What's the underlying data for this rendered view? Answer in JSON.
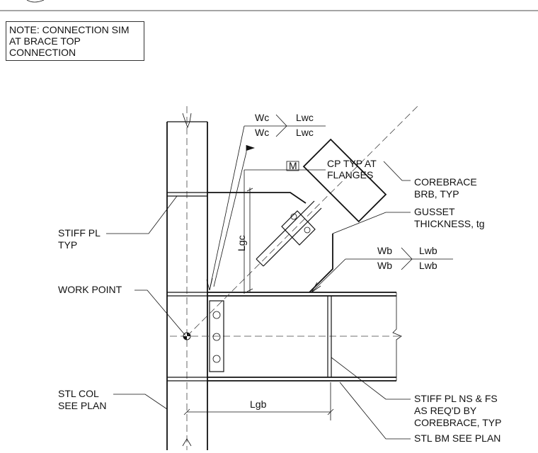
{
  "note": {
    "line1": "NOTE: CONNECTION SIM",
    "line2": "AT BRACE TOP",
    "line3": "CONNECTION"
  },
  "labels": {
    "wc1": "Wc",
    "lwc1": "Lwc",
    "wc2": "Wc",
    "lwc2": "Lwc",
    "m": "M",
    "cp1": "CP TYP AT",
    "cp2": "FLANGES",
    "corebrace1": "COREBRACE",
    "corebrace2": "BRB, TYP",
    "gusset1": "GUSSET",
    "gusset2": "THICKNESS, tg",
    "lgc": "Lgc",
    "wb1": "Wb",
    "lwb1": "Lwb",
    "wb2": "Wb",
    "lwb2": "Lwb",
    "stiff1": "STIFF PL",
    "stiff2": "TYP",
    "workpoint": "WORK POINT",
    "stlcol1": "STL COL",
    "stlcol2": "SEE PLAN",
    "lgb": "Lgb",
    "stiffns1": "STIFF PL NS & FS",
    "stiffns2": "AS REQ'D BY",
    "stiffns3": "COREBRACE, TYP",
    "stlbm": "STL BM SEE PLAN"
  }
}
